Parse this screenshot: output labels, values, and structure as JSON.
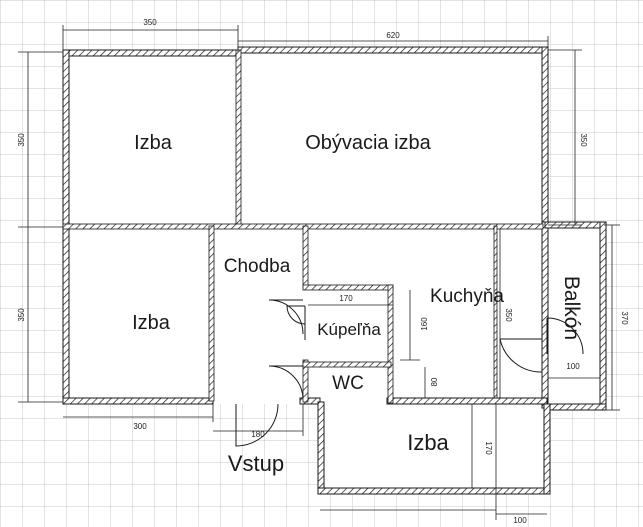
{
  "rooms": {
    "room_top_left": "Izba",
    "living_room": "Obývacia izba",
    "room_mid_left": "Izba",
    "hallway": "Chodba",
    "bathroom": "Kúpeľňa",
    "kitchen": "Kuchyňa",
    "wc": "WC",
    "room_bottom": "Izba",
    "balcony": "Balkón",
    "entrance": "Vstup"
  },
  "dimensions": {
    "top_left_width": "350",
    "top_right_width": "620",
    "left_upper_height": "350",
    "left_lower_height": "350",
    "right_upper_height": "350",
    "balcony_height": "370",
    "balcony_width": "100",
    "bottom_left_width": "300",
    "entrance_width": "180",
    "bathroom_width": "170",
    "bathroom_height": "160",
    "wc_height": "80",
    "kitchen_height": "350",
    "room_bottom_height": "170",
    "bottom_right_width": "100"
  },
  "colors": {
    "grid": "#c9c9c9",
    "wall": "#1a1a1a",
    "dimension_line": "#222222",
    "background": "#ffffff"
  }
}
